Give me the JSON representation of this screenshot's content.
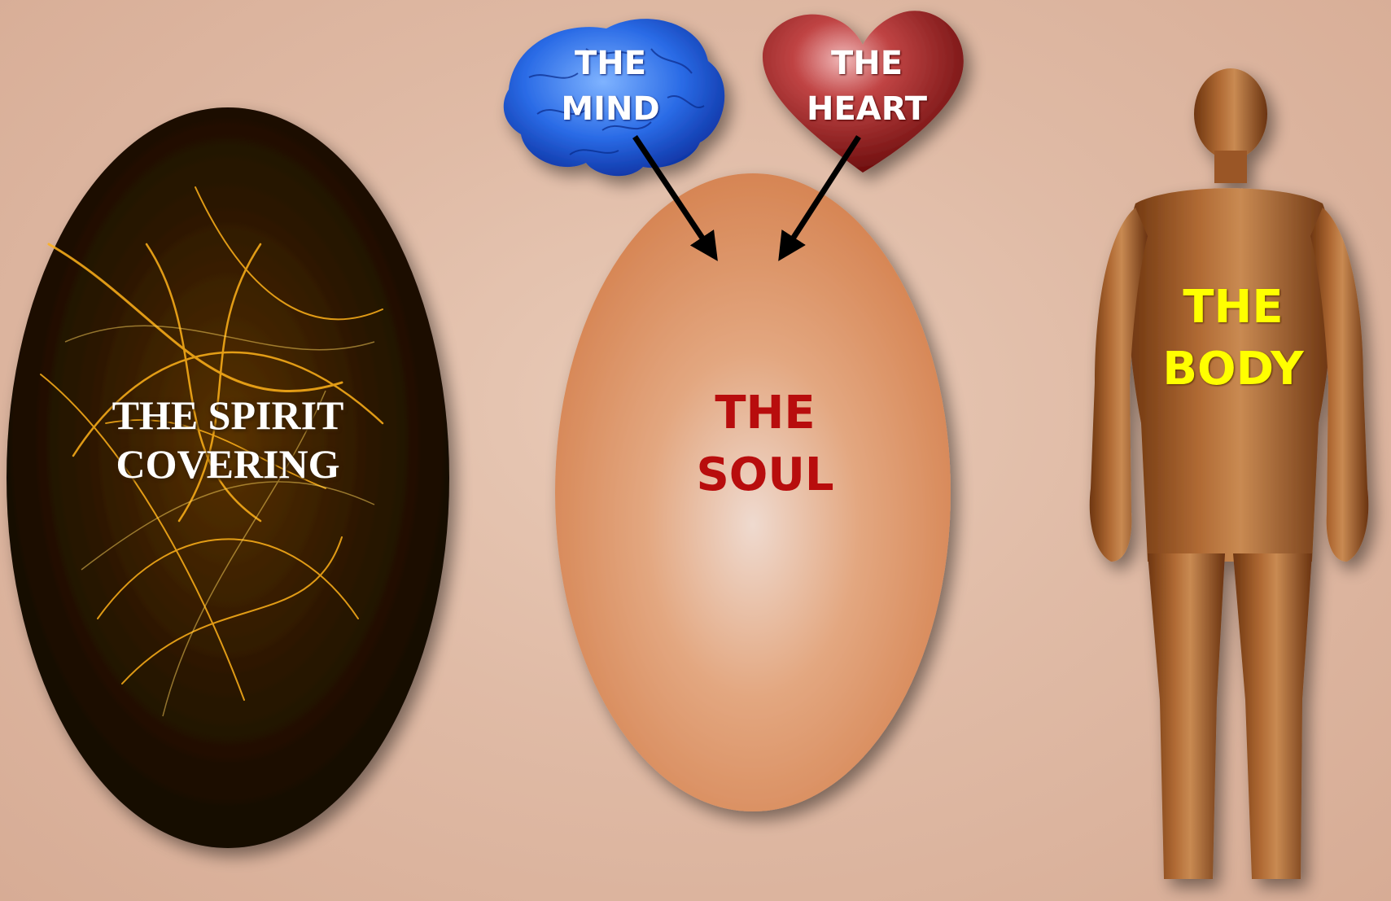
{
  "spirit": {
    "line1": "THE SPIRIT",
    "line2": "COVERING"
  },
  "soul": {
    "line1": "THE",
    "line2": "SOUL"
  },
  "mind": {
    "line1": "THE",
    "line2": "MIND"
  },
  "heart": {
    "line1": "THE",
    "line2": "HEART"
  },
  "body": {
    "line1": "THE",
    "line2": "BODY"
  },
  "colors": {
    "spirit_text": "#ffffff",
    "soul_text": "#b80d0d",
    "body_text": "#ffff00",
    "mind_fill": "#1f5fe0",
    "heart_fill": "#9b1a1a",
    "soul_fill": "#d98c5c",
    "body_fill": "#8a4a1e"
  },
  "icons": {
    "spirit": "spirit-oval-icon",
    "soul": "soul-egg-icon",
    "mind": "brain-icon",
    "heart": "heart-icon",
    "body": "human-figure-icon",
    "arrows": "arrow-icon"
  }
}
